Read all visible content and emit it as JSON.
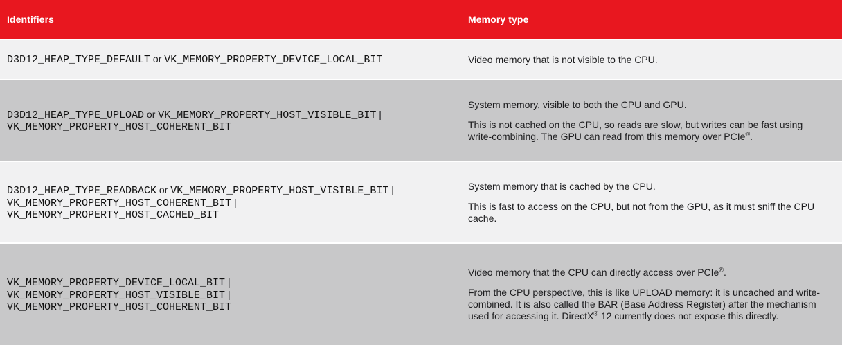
{
  "colors": {
    "header_bg": "#e8171f",
    "header_text": "#ffffff",
    "row_light": "#f1f1f2",
    "row_dark": "#c8c8c9",
    "text": "#1d1d1f"
  },
  "table": {
    "headers": [
      {
        "label": "Identifiers"
      },
      {
        "label": "Memory type"
      }
    ],
    "rows": [
      {
        "identifier_parts": [
          {
            "kind": "code",
            "text": "D3D12_HEAP_TYPE_DEFAULT"
          },
          {
            "kind": "plain",
            "text": " or "
          },
          {
            "kind": "code",
            "text": "VK_MEMORY_PROPERTY_DEVICE_LOCAL_BIT"
          }
        ],
        "memory_type_paragraphs": [
          "Video memory that is not visible to the CPU."
        ]
      },
      {
        "identifier_parts": [
          {
            "kind": "code",
            "text": "D3D12_HEAP_TYPE_UPLOAD"
          },
          {
            "kind": "plain",
            "text": " or "
          },
          {
            "kind": "code",
            "text": "VK_MEMORY_PROPERTY_HOST_VISIBLE_BIT"
          },
          {
            "kind": "plain",
            "text": " |"
          },
          {
            "kind": "break"
          },
          {
            "kind": "code",
            "text": "VK_MEMORY_PROPERTY_HOST_COHERENT_BIT"
          }
        ],
        "memory_type_paragraphs": [
          "System memory, visible to both the CPU and GPU.",
          "This is not cached on the CPU, so reads are slow, but writes can be fast using write-combining. The GPU can read from this memory over PCIe®."
        ]
      },
      {
        "identifier_parts": [
          {
            "kind": "code",
            "text": "D3D12_HEAP_TYPE_READBACK"
          },
          {
            "kind": "plain",
            "text": " or "
          },
          {
            "kind": "code",
            "text": "VK_MEMORY_PROPERTY_HOST_VISIBLE_BIT"
          },
          {
            "kind": "plain",
            "text": " |"
          },
          {
            "kind": "break"
          },
          {
            "kind": "code",
            "text": "VK_MEMORY_PROPERTY_HOST_COHERENT_BIT"
          },
          {
            "kind": "plain",
            "text": " |"
          },
          {
            "kind": "break"
          },
          {
            "kind": "code",
            "text": "VK_MEMORY_PROPERTY_HOST_CACHED_BIT"
          }
        ],
        "memory_type_paragraphs": [
          "System memory that is cached by the CPU.",
          "This is fast to access on the CPU, but not from the GPU, as it must sniff the CPU cache."
        ]
      },
      {
        "identifier_parts": [
          {
            "kind": "code",
            "text": "VK_MEMORY_PROPERTY_DEVICE_LOCAL_BIT"
          },
          {
            "kind": "plain",
            "text": " |"
          },
          {
            "kind": "break"
          },
          {
            "kind": "code",
            "text": "VK_MEMORY_PROPERTY_HOST_VISIBLE_BIT"
          },
          {
            "kind": "plain",
            "text": " |"
          },
          {
            "kind": "break"
          },
          {
            "kind": "code",
            "text": "VK_MEMORY_PROPERTY_HOST_COHERENT_BIT"
          }
        ],
        "memory_type_paragraphs": [
          "Video memory that the CPU can directly access over PCIe®.",
          "From the CPU perspective, this is like UPLOAD memory: it is uncached and write-combined. It is also called the BAR (Base Address Register) after the mechanism used for accessing it. DirectX® 12 currently does not expose this directly."
        ]
      }
    ]
  }
}
